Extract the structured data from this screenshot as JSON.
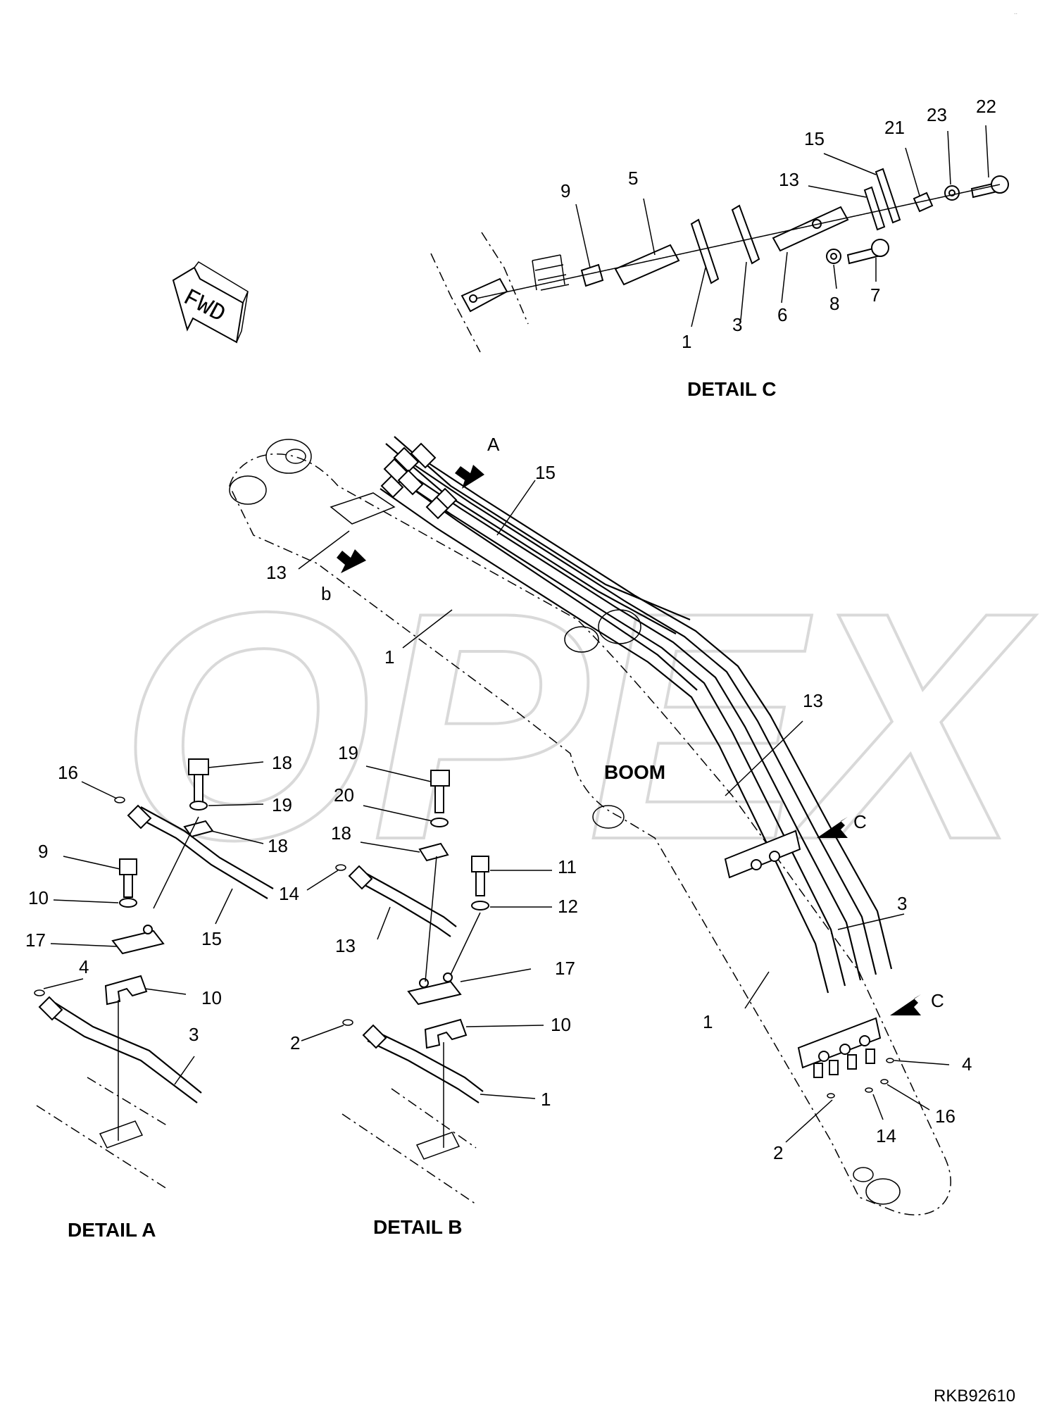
{
  "watermark": "OPEX",
  "fwd_label": "FWD",
  "drawing_ref": "RKB92610",
  "detail_c": {
    "title": "DETAIL C",
    "callouts": [
      "22",
      "23",
      "21",
      "15",
      "13",
      "9",
      "5",
      "1",
      "3",
      "6",
      "8",
      "7"
    ]
  },
  "boom": {
    "title": "BOOM",
    "view_arrows": [
      "A",
      "b",
      "C",
      "C"
    ],
    "callouts": [
      "15",
      "13",
      "1",
      "13",
      "3",
      "1",
      "4",
      "16",
      "14",
      "2"
    ]
  },
  "detail_a": {
    "title": "DETAIL A",
    "callouts": [
      "16",
      "18",
      "19",
      "18",
      "9",
      "10",
      "15",
      "17",
      "4",
      "10",
      "3"
    ]
  },
  "detail_b": {
    "title": "DETAIL B",
    "callouts": [
      "19",
      "20",
      "18",
      "14",
      "11",
      "12",
      "13",
      "17",
      "10",
      "2",
      "1"
    ]
  }
}
